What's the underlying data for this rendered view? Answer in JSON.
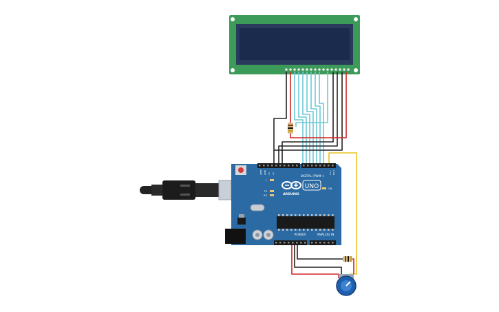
{
  "board": {
    "brand": "ARDUINO",
    "model": "UNO",
    "digital_header": "DIGITAL (PWM~)",
    "power_header": "POWER",
    "analog_header": "ANALOG IN",
    "led_tx": "TX",
    "led_rx": "RX",
    "led_l": "L",
    "led_on": "ON",
    "aref": "AREF",
    "gnd": "GND",
    "pin13": "13",
    "pin12": "12",
    "tx_pin": "TX 1",
    "rx_pin": "RX 0"
  },
  "colors": {
    "board": "#2b6aa3",
    "lcd_pcb": "#3d9b5a",
    "lcd_screen": "#1b2b4d",
    "wire_black": "#222222",
    "wire_red": "#d22323",
    "wire_cyan": "#6cc7d6",
    "wire_yellow": "#e8c21f",
    "pot": "#1f5fb0"
  }
}
